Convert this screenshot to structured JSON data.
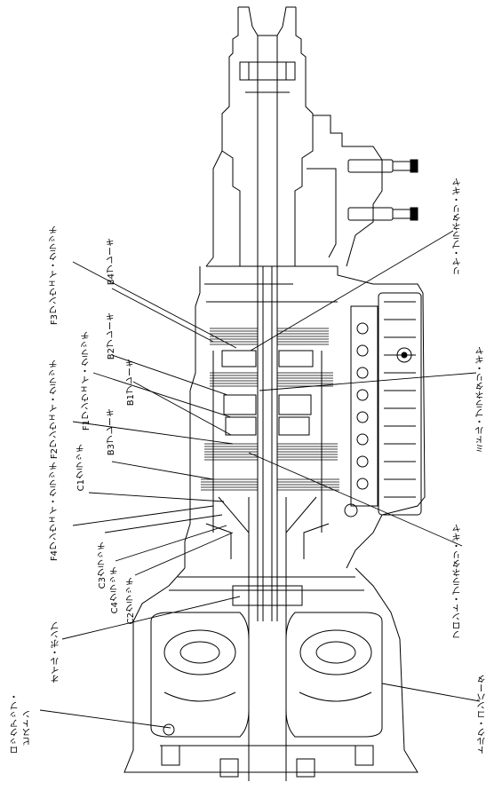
{
  "labels": {
    "f3": "F3ワンウェイ・クラッチ",
    "b4": "B4ブレーキ",
    "f1": "F1ワンウェイ・クラッチ",
    "b2": "B2ブレーキ",
    "b1": "B1ブレーキ",
    "f2": "F2ワンウェイ・クラッチ",
    "b3": "B3ブレーキ",
    "c1": "C1クラッチ",
    "f4": "F4ワンウェイ・クラッチ",
    "c3": "C3クラッチ",
    "c4": "C4クラッチ",
    "c2": "C2クラッチ",
    "oil_pump": "オイル・ポンプ",
    "lockup_1": "ロックアップ・",
    "lockup_2": "ピストン",
    "rear_planetary": "リヤ・プラネタリ・ギヤ",
    "middle_planetary": "ミドル・プラネタリ・ギヤ",
    "front_planetary": "フロント・プラネタリ・ギヤ",
    "torque_converter": "トルク・コンバータ"
  }
}
